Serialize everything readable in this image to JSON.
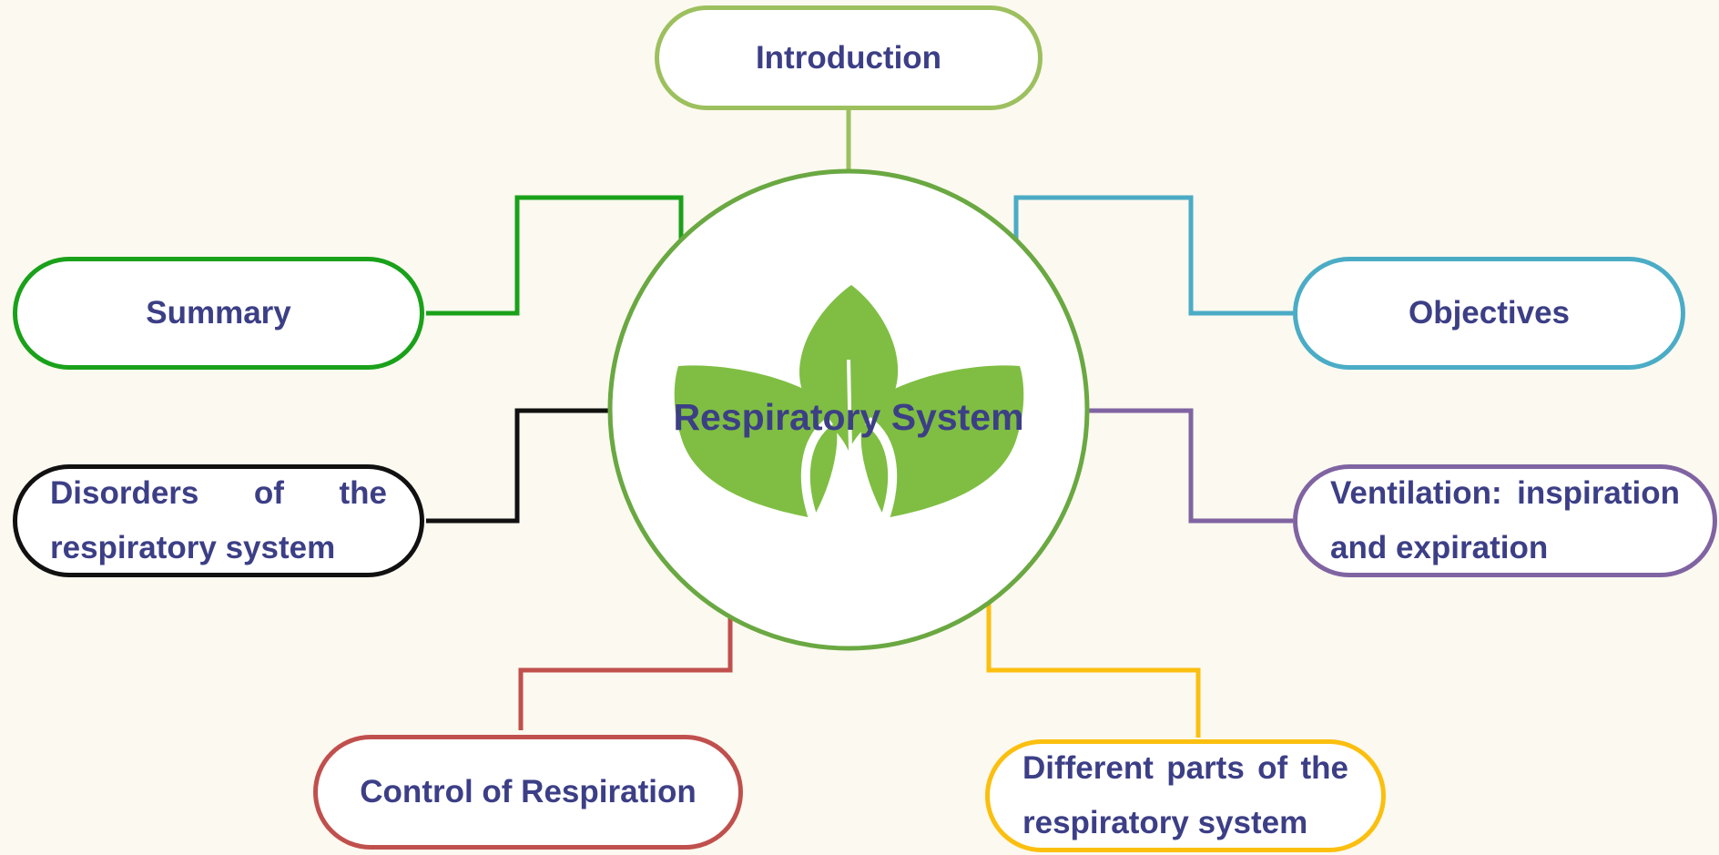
{
  "hub": {
    "title": "Respiratory System",
    "border_color": "#6aa842",
    "leaf_color": "#7fbe43"
  },
  "nodes": {
    "introduction": {
      "label": "Introduction",
      "color": "#9dc05e"
    },
    "objectives": {
      "label": "Objectives",
      "color": "#4bacc6"
    },
    "summary": {
      "label": "Summary",
      "color": "#1aa11a"
    },
    "disorders": {
      "label": "Disorders of the respiratory system",
      "color": "#111111"
    },
    "ventilation": {
      "label": "Ventilation: inspiration and expiration",
      "color": "#8064a2"
    },
    "control": {
      "label": "Control of Respiration",
      "color": "#c0504d"
    },
    "parts": {
      "label": "Different parts of the respiratory system",
      "color": "#fbbf0f"
    }
  }
}
